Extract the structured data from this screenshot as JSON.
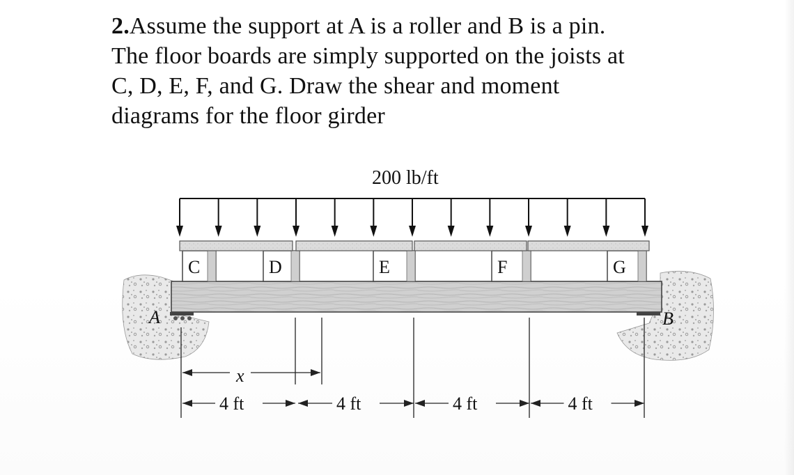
{
  "problem": {
    "number": "2.",
    "line1_rest": "Assume the support at A is a roller and B is a pin.",
    "line2": "The floor boards are simply supported on the joists at",
    "line3": "C, D, E, F, and G. Draw the shear and moment",
    "line4": "diagrams for the floor girder"
  },
  "diagram": {
    "load_label": "200 lb/ft",
    "joists": [
      "C",
      "D",
      "E",
      "F",
      "G"
    ],
    "support_left": "A",
    "support_right": "B",
    "x_label": "x",
    "spans": [
      "4 ft",
      "4 ft",
      "4 ft",
      "4 ft"
    ],
    "load_arrow_count": 13
  }
}
